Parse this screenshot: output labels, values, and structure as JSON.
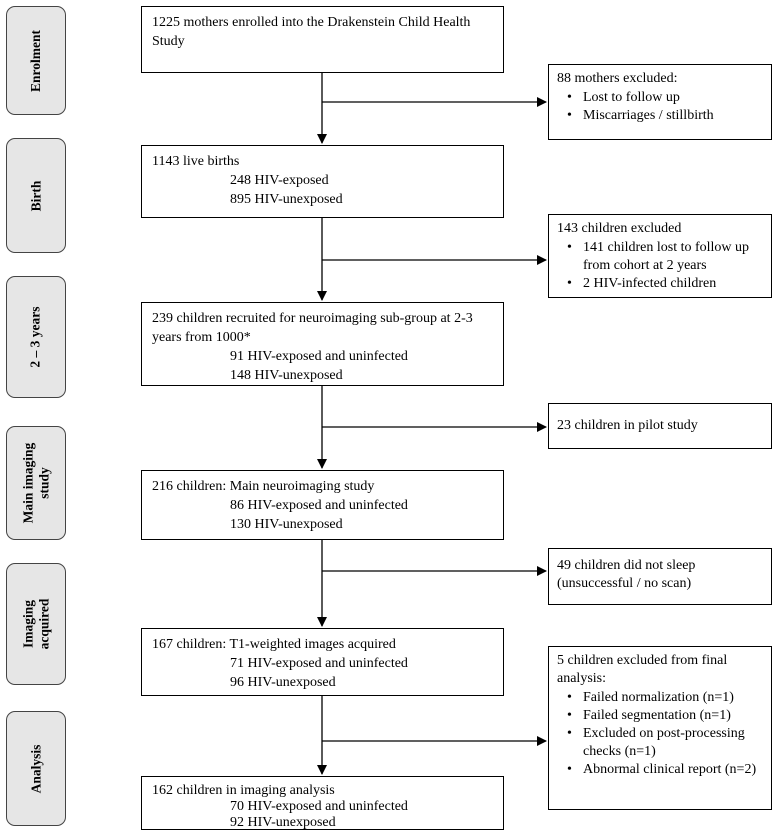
{
  "phases": [
    {
      "id": "enrolment",
      "lines": [
        "Enrolment"
      ]
    },
    {
      "id": "birth",
      "lines": [
        "Birth"
      ]
    },
    {
      "id": "2-3-years",
      "lines": [
        "2 – 3 years"
      ]
    },
    {
      "id": "main-imaging-study",
      "lines": [
        "Main imaging",
        "study"
      ]
    },
    {
      "id": "imaging-acquired",
      "lines": [
        "Imaging",
        "acquired"
      ]
    },
    {
      "id": "analysis",
      "lines": [
        "Analysis"
      ]
    }
  ],
  "main_boxes": [
    {
      "title": "1225 mothers enrolled into the Drakenstein Child Health Study",
      "lines": []
    },
    {
      "title": "1143 live births",
      "lines": [
        "248 HIV-exposed",
        "895 HIV-unexposed"
      ]
    },
    {
      "title": "239 children recruited for neuroimaging sub-group at 2-3 years from 1000*",
      "lines": [
        "91 HIV-exposed and uninfected",
        "148 HIV-unexposed"
      ]
    },
    {
      "title": "216 children: Main neuroimaging study",
      "lines": [
        "86 HIV-exposed and uninfected",
        "130 HIV-unexposed"
      ]
    },
    {
      "title": "167 children: T1-weighted images acquired",
      "lines": [
        "71 HIV-exposed and uninfected",
        "96 HIV-unexposed"
      ]
    },
    {
      "title": "162 children in imaging analysis",
      "lines": [
        "70 HIV-exposed and uninfected",
        "92 HIV-unexposed"
      ]
    }
  ],
  "exclusions": [
    {
      "title": "88 mothers excluded:",
      "bullets": [
        "Lost to follow up",
        "Miscarriages / stillbirth"
      ]
    },
    {
      "title": "143 children excluded",
      "bullets": [
        "141 children lost to follow up from cohort at 2 years",
        "2 HIV-infected children"
      ]
    },
    {
      "title": "23 children in pilot study",
      "bullets": []
    },
    {
      "title": "49 children did not sleep (unsuccessful / no scan)",
      "bullets": []
    },
    {
      "title": "5 children excluded from final analysis:",
      "bullets": [
        "Failed normalization (n=1)",
        "Failed segmentation (n=1)",
        "Excluded on post-processing checks (n=1)",
        "Abnormal clinical report (n=2)"
      ]
    }
  ]
}
